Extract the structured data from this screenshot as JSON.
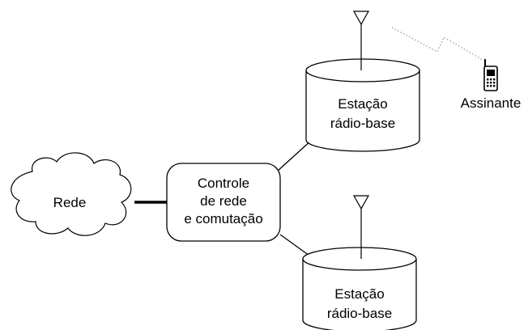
{
  "nodes": {
    "network": {
      "label": "Rede"
    },
    "controller": {
      "lines": [
        "Controle",
        "de rede",
        "e comutação"
      ]
    },
    "base_station_top": {
      "lines": [
        "Estação",
        "rádio-base"
      ]
    },
    "base_station_bottom": {
      "lines": [
        "Estação",
        "rádio-base"
      ]
    },
    "subscriber": {
      "label": "Assinante"
    }
  }
}
